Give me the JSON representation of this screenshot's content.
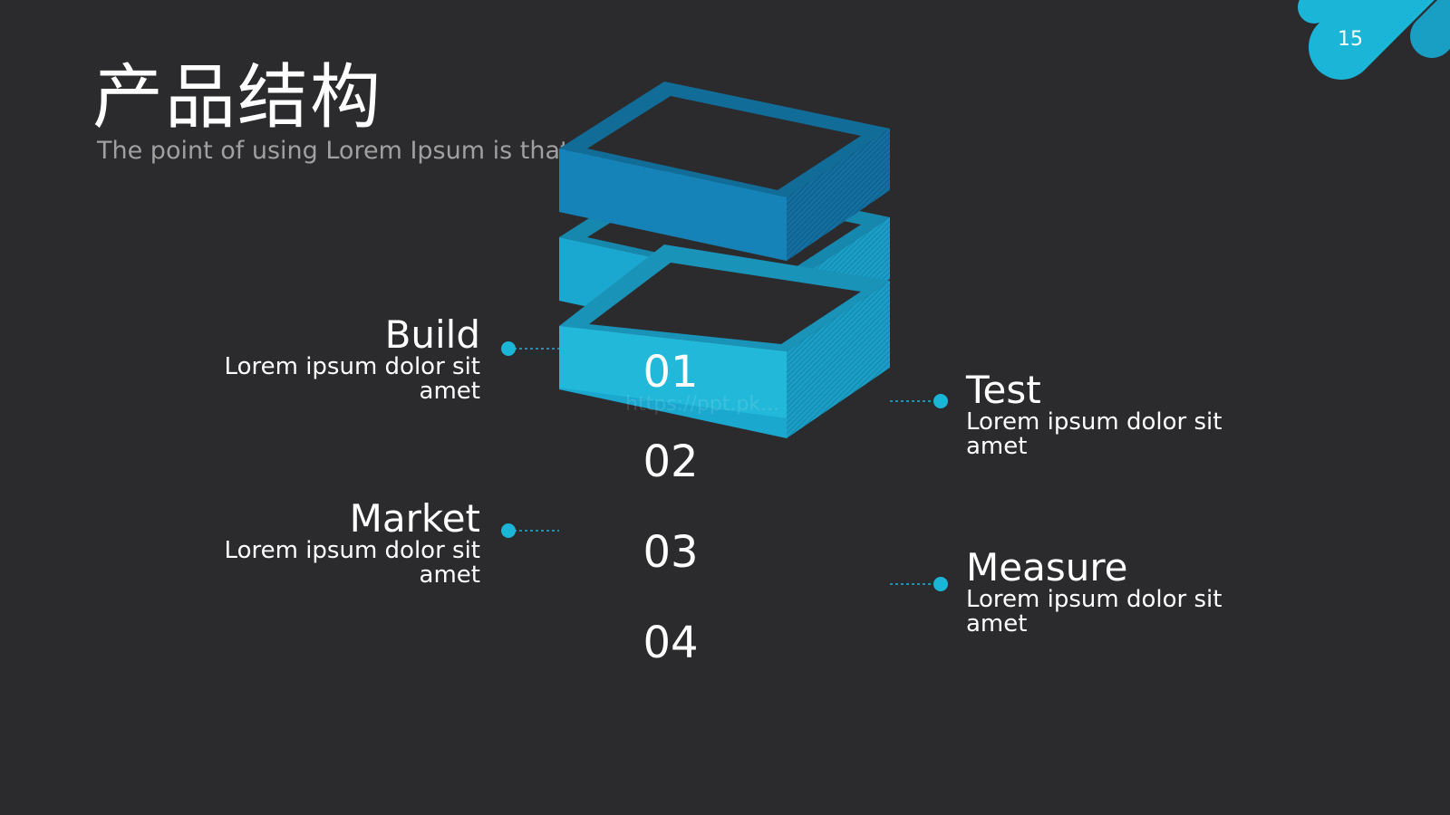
{
  "slide": {
    "page_number": "15",
    "title": "产品结构",
    "subtitle": "The point of using Lorem Ipsum is that it.",
    "watermark": "https://ppt.pk...",
    "accent_color": "#1bb5d8"
  },
  "layers": [
    {
      "number": "01",
      "color": "#22b8d9"
    },
    {
      "number": "02",
      "color": "#1582b8"
    },
    {
      "number": "03",
      "color": "#1ba8d0"
    },
    {
      "number": "04",
      "color": "#1aa8cf"
    }
  ],
  "labels": {
    "build": {
      "title": "Build",
      "desc_line1": "Lorem ipsum dolor sit",
      "desc_line2": "amet"
    },
    "market": {
      "title": "Market",
      "desc_line1": "Lorem ipsum dolor sit",
      "desc_line2": "amet"
    },
    "test": {
      "title": "Test",
      "desc_line1": "Lorem ipsum dolor sit",
      "desc_line2": "amet"
    },
    "measure": {
      "title": "Measure",
      "desc_line1": "Lorem ipsum dolor sit",
      "desc_line2": "amet"
    }
  }
}
